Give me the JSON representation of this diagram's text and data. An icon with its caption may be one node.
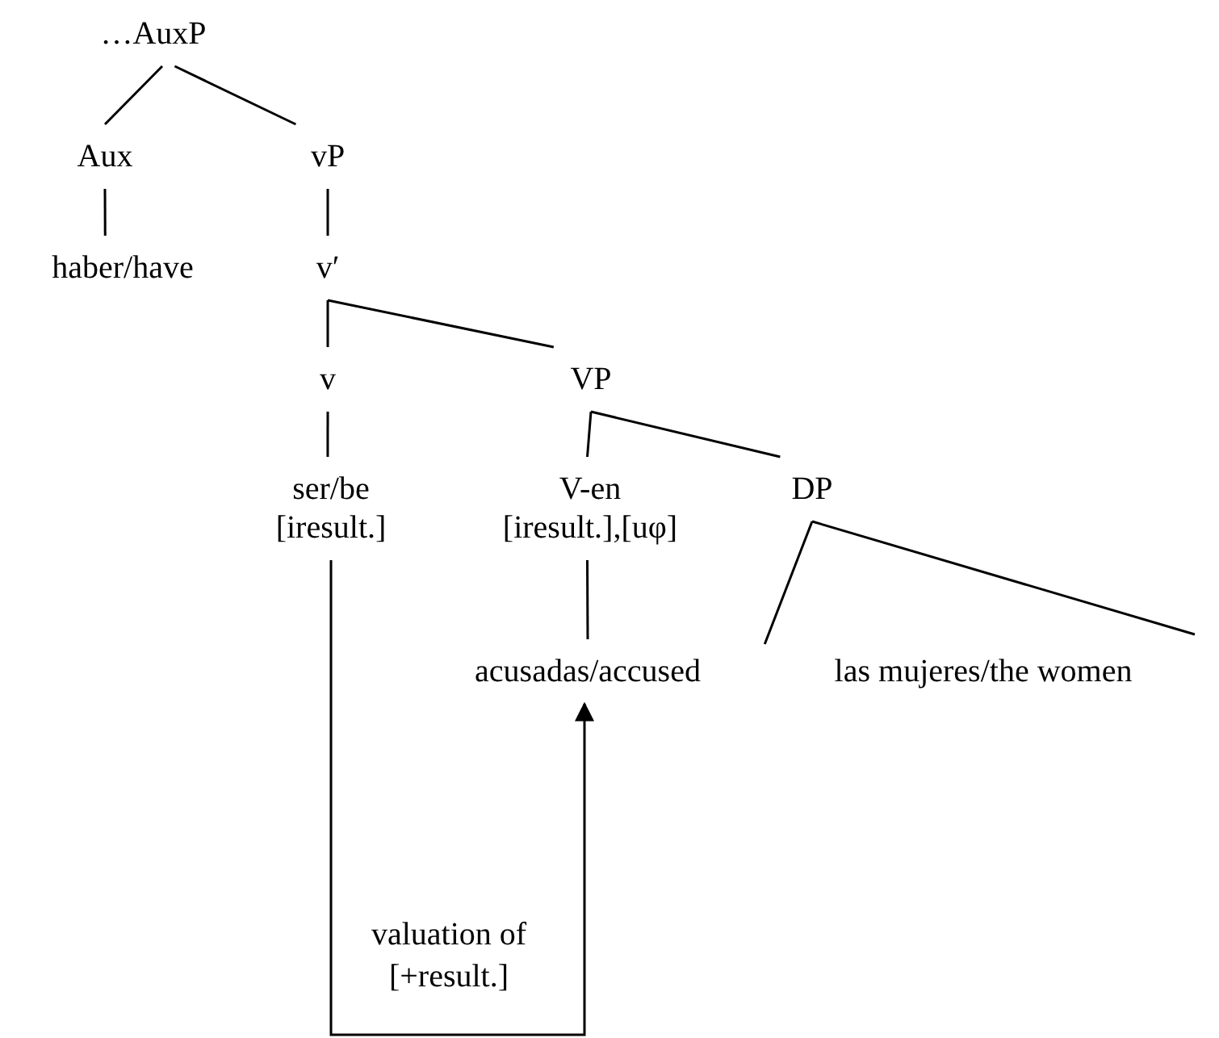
{
  "diagram": {
    "nodes": [
      {
        "text": [
          "…AuxP"
        ]
      },
      {
        "text": [
          "Aux"
        ]
      },
      {
        "text": [
          "vP"
        ]
      },
      {
        "text": [
          "haber/have"
        ]
      },
      {
        "text": [
          "v′"
        ]
      },
      {
        "text": [
          "v"
        ]
      },
      {
        "text": [
          "VP"
        ]
      },
      {
        "text": [
          "ser/be",
          "[iresult.]"
        ]
      },
      {
        "text": [
          "V-en",
          "[iresult.],[uφ]"
        ]
      },
      {
        "text": [
          "DP"
        ]
      },
      {
        "text": [
          "acusadas/accused"
        ]
      },
      {
        "text": [
          "las mujeres/the women"
        ]
      }
    ],
    "edges": [
      {
        "from": 0,
        "to": 1,
        "arrow": "none"
      },
      {
        "from": 0,
        "to": 2,
        "arrow": "none"
      },
      {
        "from": 1,
        "to": 3,
        "arrow": "none"
      },
      {
        "from": 2,
        "to": 4,
        "arrow": "none"
      },
      {
        "from": 4,
        "to": 5,
        "arrow": "none"
      },
      {
        "from": 4,
        "to": 6,
        "arrow": "none"
      },
      {
        "from": 5,
        "to": 7,
        "arrow": "none"
      },
      {
        "from": 6,
        "to": 8,
        "arrow": "none"
      },
      {
        "from": 6,
        "to": 9,
        "arrow": "none"
      },
      {
        "from": 8,
        "to": 10,
        "arrow": "none"
      },
      {
        "from": 9,
        "to": 11,
        "arrow": "none"
      },
      {
        "from": 7,
        "to": 10,
        "arrow": "to",
        "label": "valuation of [+result.]"
      }
    ]
  }
}
